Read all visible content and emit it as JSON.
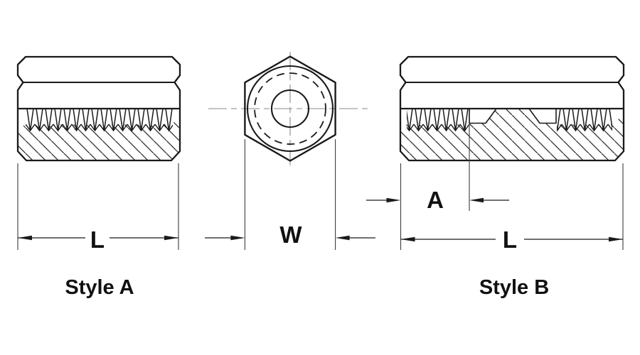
{
  "drawing": {
    "background_color": "#ffffff",
    "stroke_color": "#1a1a1a",
    "hatch_color": "#2e2e2e",
    "centerline_color": "#8a8a8a",
    "views": {
      "style_a": {
        "caption": "Style A",
        "length_label": "L"
      },
      "end": {
        "width_label": "W"
      },
      "style_b": {
        "caption": "Style B",
        "length_label": "L",
        "tap_depth_label": "A"
      }
    }
  }
}
